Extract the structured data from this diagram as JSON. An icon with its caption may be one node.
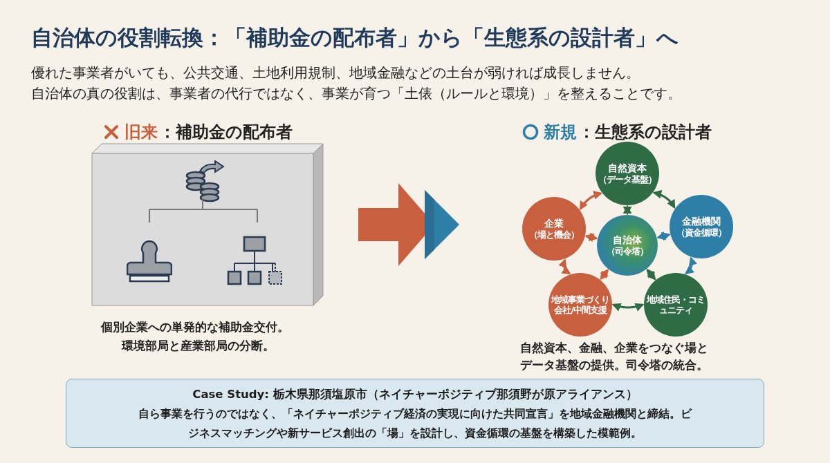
{
  "diagram": {
    "title": "自治体の役割転換：「補助金の配布者」から「生態系の設計者」へ",
    "nodes": [
      {
        "text": [],
        "shape": "box",
        "beside": [
          "旧来",
          "：補助金の配布者",
          "個別企業への単発的な補助金交付。",
          "環境部局と産業部局の分断。"
        ]
      },
      {
        "text": [
          "自然資本",
          "（データ基盤）"
        ]
      },
      {
        "text": [
          "企業",
          "（場と機会）"
        ]
      },
      {
        "text": [
          "金融機関",
          "（資金循環）"
        ]
      },
      {
        "text": [
          "自治体",
          "（司令塔）"
        ]
      },
      {
        "text": [
          "地域事業づくり会社/中間支援"
        ]
      },
      {
        "text": [
          "地域住民・コミュニティ"
        ]
      },
      {
        "text": [
          "Case Study: 栃木県那須塩原市（ネイチャーポジティブ那須野が原アライアンス）",
          "自ら事業を行うのではなく、「ネイチャーポジティブ経済の実現に向けた共同宣言」を地域金融機関と締結。ビジネスマッチングや新サービス創出の「場」を設計し、資金循環の基盤を構築した模範例。"
        ]
      }
    ],
    "edges": [
      {
        "from": 1,
        "to": 3,
        "arrow": "both",
        "color": "#2f6b45"
      },
      {
        "from": 3,
        "to": 6,
        "arrow": "both",
        "color": "#2e7fa8"
      },
      {
        "from": 6,
        "to": 5,
        "arrow": "both",
        "color": "#2f6b45"
      },
      {
        "from": 5,
        "to": 2,
        "arrow": "both",
        "color": "#c8603f"
      },
      {
        "from": 2,
        "to": 1,
        "arrow": "both",
        "color": "#c8603f"
      },
      {
        "from": 4,
        "to": 1,
        "arrow": "both",
        "color": "#2f6b45"
      },
      {
        "from": 4,
        "to": 3,
        "arrow": "both",
        "color": "#2e7fa8"
      },
      {
        "from": 4,
        "to": 6,
        "arrow": "both",
        "color": "#2f6b45"
      },
      {
        "from": 4,
        "to": 5,
        "arrow": "both",
        "color": "#c8603f"
      },
      {
        "from": 4,
        "to": 2,
        "arrow": "both",
        "color": "#c8603f"
      }
    ],
    "labels": [
      "優れた事業者がいても、公共交通、土地利用規制、地域金融などの土台が弱ければ成長しません。",
      "自治体の真の役割は、事業者の代行ではなく、事業が育つ「土俵（ルールと環境）」を整えることです。",
      "新規",
      "：生態系の設計者",
      "自然資本、金融、企業をつなぐ場とデータ基盤の提供。司令塔の統合。"
    ]
  }
}
